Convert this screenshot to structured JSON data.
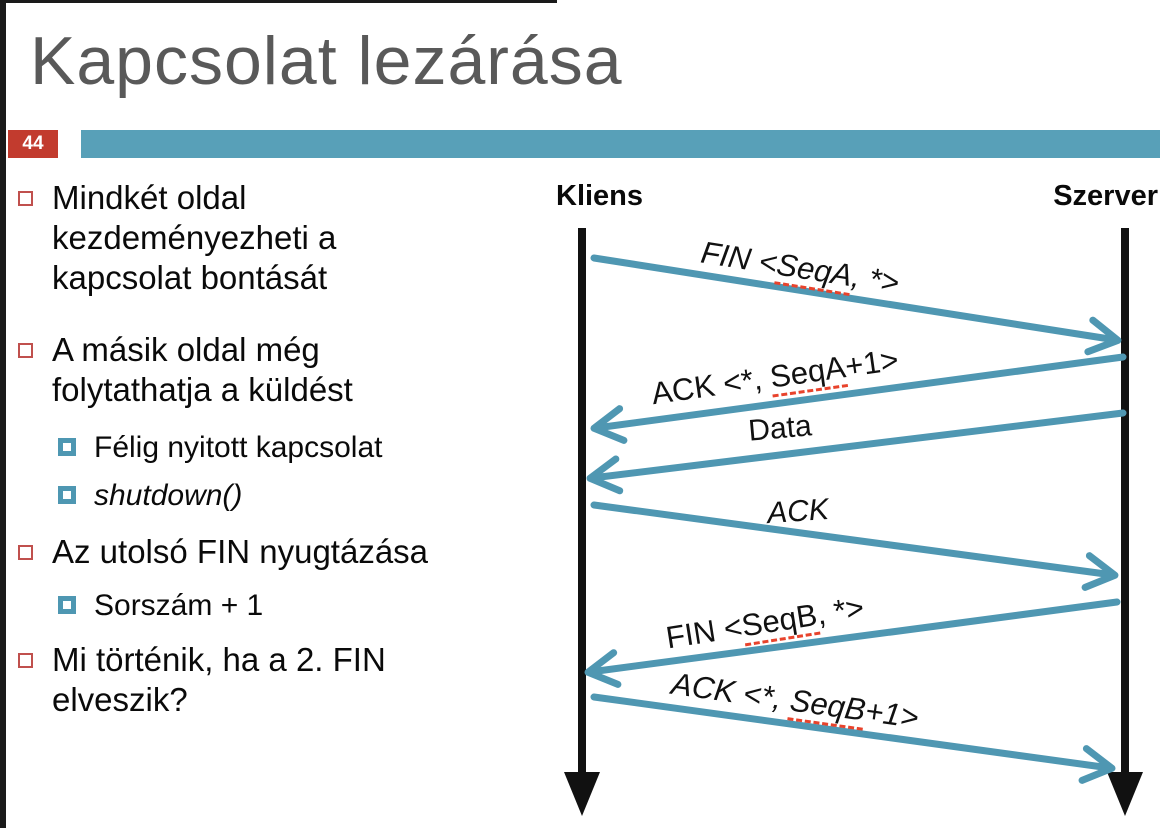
{
  "slide": {
    "title": "Kapcsolat lezárása",
    "slide_number": "44"
  },
  "colors": {
    "title_gray": "#595959",
    "accent_bar_teal": "#58a0b8",
    "arrow_teal": "#4f97b2",
    "badge_red": "#c23b2e",
    "bullet_outline_red": "#c0504d",
    "sub_bullet_teal": "#4e97b2",
    "squiggle_red": "#e8432c",
    "frame_black": "#1a1a1a"
  },
  "bullets": {
    "b1": "Mindkét oldal\nkezdeményezheti a\nkapcsolat bontását",
    "b2": "A másik oldal még\nfolytathatja a küldést",
    "s1": "Félig nyitott kapcsolat",
    "s2": "shutdown()",
    "b3": "Az utolsó FIN nyugtázása",
    "s3": "Sorszám + 1",
    "b4": "Mi történik, ha a 2. FIN\nelveszik?"
  },
  "diagram": {
    "client": "Kliens",
    "server": "Szerver",
    "messages": [
      {
        "from": "client",
        "to": "server",
        "prefix": "FIN <",
        "mark": "SeqA",
        "suffix": ", *>"
      },
      {
        "from": "server",
        "to": "client",
        "prefix": "ACK <*, ",
        "mark": "SeqA",
        "suffix": "+1>"
      },
      {
        "from": "server",
        "to": "client",
        "prefix": "Data",
        "mark": "",
        "suffix": ""
      },
      {
        "from": "client",
        "to": "server",
        "prefix": "ACK",
        "mark": "",
        "suffix": ""
      },
      {
        "from": "server",
        "to": "client",
        "prefix": "FIN <",
        "mark": "SeqB",
        "suffix": ", *>"
      },
      {
        "from": "client",
        "to": "server",
        "prefix": "ACK <*, ",
        "mark": "SeqB",
        "suffix": "+1>"
      }
    ]
  }
}
